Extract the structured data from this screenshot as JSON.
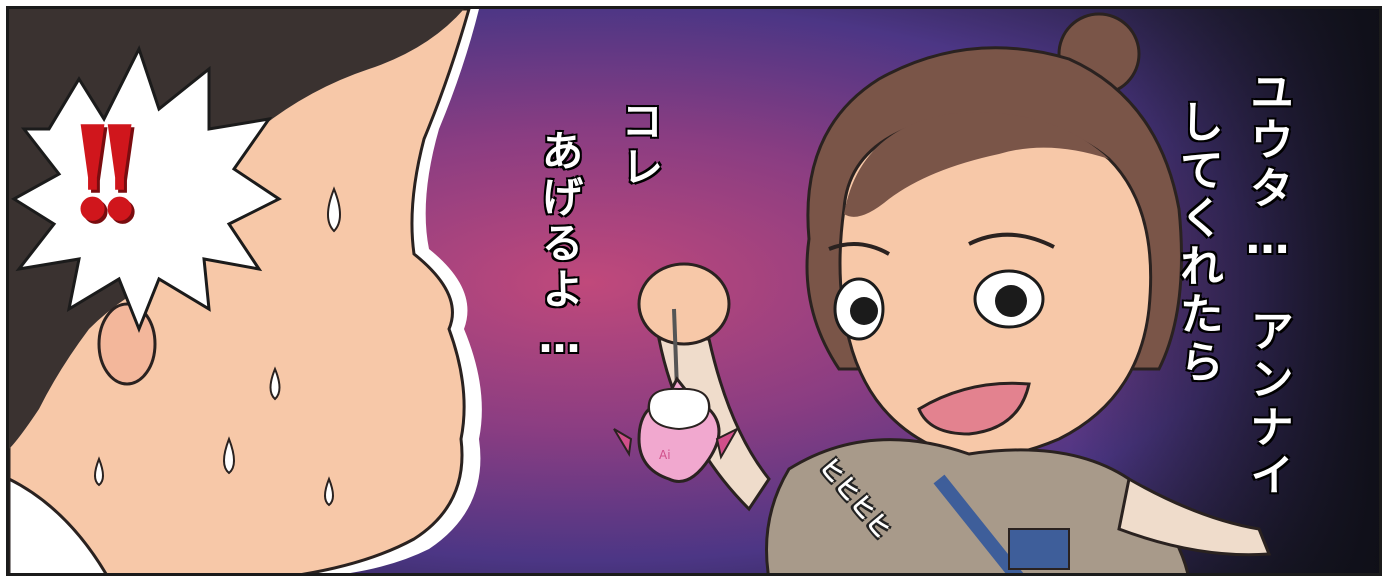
{
  "dialogue": {
    "right_col1": "ユウタ…",
    "right_col1b": "アンナイ",
    "right_col2": "してくれたら",
    "middle_col1": "コレ",
    "middle_col2": "あげるよ…"
  },
  "sfx": {
    "shock": "!!",
    "giggle": "ヒヒヒヒ"
  },
  "keychain_text": "Ai",
  "colors": {
    "bg_center": "#b7447a",
    "bg_mid": "#5a3a8a",
    "bg_edge": "#161622",
    "skin": "#f7c8a8",
    "hair_boy": "#3a3230",
    "hair_girl": "#7a5548",
    "exclaim_red": "#d0161c"
  }
}
